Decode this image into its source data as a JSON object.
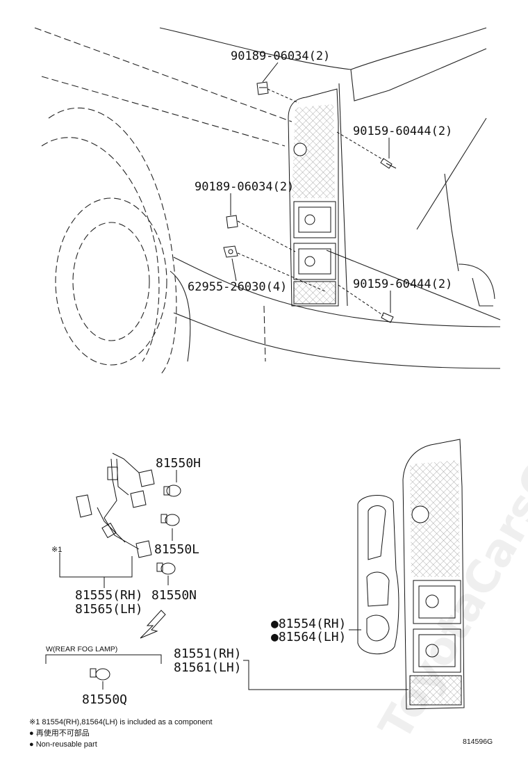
{
  "callouts": {
    "upper_clip_screw_top": "90189-06034(2)",
    "upper_screw_top": "90159-60444(2)",
    "upper_clip_screw_mid": "90189-06034(2)",
    "upper_grommet": "62955-26030(4)",
    "upper_screw_low": "90159-60444(2)",
    "bulb_h": "81550H",
    "bulb_l": "81550L",
    "bulb_n": "81550N",
    "bulb_q": "81550Q",
    "socket_rh": "81555(RH)",
    "socket_lh": "81565(LH)",
    "gasket_rh": "●81554(RH)",
    "gasket_lh": "●81564(LH)",
    "lamp_rh": "81551(RH)",
    "lamp_lh": "81561(LH)",
    "ref_mark": "※1",
    "fog_label": "W(REAR FOG LAMP)"
  },
  "notes": {
    "line1": "※1 81554(RH),81564(LH) is included as a component",
    "line2": "● 再使用不可部品",
    "line3": "● Non-reusable part"
  },
  "diagram_id": "814596G",
  "watermark": "ToyotaCarsOnline.ru"
}
